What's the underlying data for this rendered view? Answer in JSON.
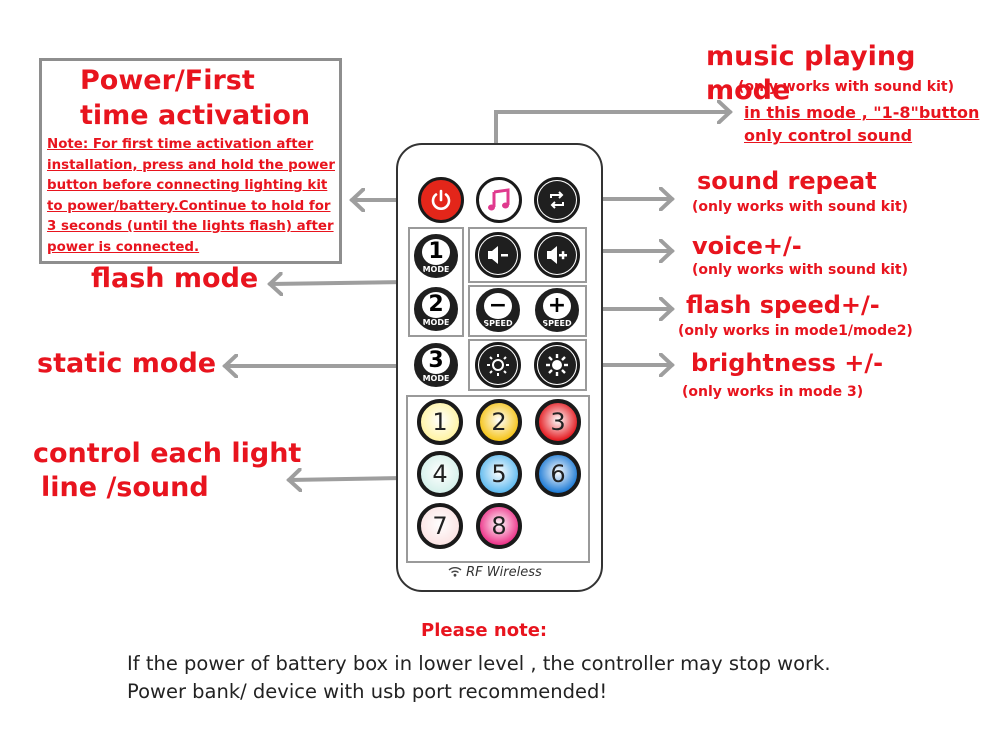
{
  "power": {
    "title": "Power/First time activation",
    "note": "Note: For first time activation after installation, press and hold the power button before connecting lighting kit to power/battery.Continue to hold for 3 seconds  (until the lights flash) after power is connected."
  },
  "music": {
    "title": "music playing mode",
    "sub": "(only works with sound kit)",
    "note_line1": "in this mode , \"1-8\"button",
    "note_line2": "only control sound"
  },
  "sound_repeat": {
    "title": "sound repeat",
    "sub": "(only works with sound kit)"
  },
  "voice": {
    "title": "voice+/-",
    "sub": "(only works with sound kit)"
  },
  "flash_speed": {
    "title": "flash speed+/-",
    "sub": "(only works in mode1/mode2)"
  },
  "brightness": {
    "title": "brightness +/-",
    "sub": "(only works in mode 3)"
  },
  "flash_mode": "flash mode",
  "static_mode": "static mode",
  "control": {
    "line1": "control each light",
    "line2": "line /sound"
  },
  "remote": {
    "mode_label": "MODE",
    "speed_label": "SPEED",
    "modes": [
      "1",
      "2",
      "3"
    ],
    "numbers": [
      {
        "label": "1",
        "color": "#fff3a0"
      },
      {
        "label": "2",
        "color": "#f5c211"
      },
      {
        "label": "3",
        "color": "#e31218"
      },
      {
        "label": "4",
        "color": "#d4f0ea"
      },
      {
        "label": "5",
        "color": "#5ab8ee"
      },
      {
        "label": "6",
        "color": "#1777d4"
      },
      {
        "label": "7",
        "color": "#fbe3e3"
      },
      {
        "label": "8",
        "color": "#ec2d85"
      }
    ],
    "rf_label": "RF Wireless",
    "colors": {
      "power": "#e3261a",
      "music": "#e03a8e"
    }
  },
  "bottom": {
    "heading": "Please note:",
    "line1": "If the power of battery box in lower level , the controller may stop work.",
    "line2": "Power bank/ device with usb port recommended!"
  },
  "colors": {
    "accent": "#e8141e",
    "arrow": "#9e9e9e"
  }
}
